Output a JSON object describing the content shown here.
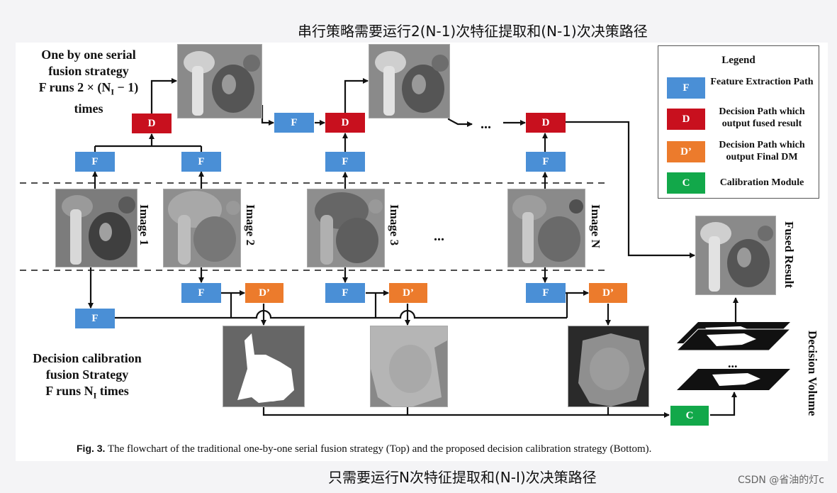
{
  "header": {
    "title_top": "串行策略需要运行2(N-1)次特征提取和(N-1)次决策路径"
  },
  "footer": {
    "title_bottom": "只需要运行N次特征提取和(N-I)次决策路径",
    "watermark": "CSDN @省油的灯c"
  },
  "diagram": {
    "top_strategy": [
      "One by one serial",
      "fusion strategy",
      "F runs 2 × (N",
      "I",
      " − 1)",
      "times"
    ],
    "bottom_strategy": [
      "Decision calibration",
      "fusion Strategy",
      "F runs N",
      "I",
      " times"
    ],
    "box_labels": {
      "F": "F",
      "D": "D",
      "Dp": "D’",
      "C": "C"
    },
    "image_labels": [
      "Image 1",
      "Image 2",
      "Image 3",
      "Image N"
    ],
    "ellipsis": "...",
    "fused_result": "Fused Result",
    "decision_volume": "Decision Volume"
  },
  "legend": {
    "title": "Legend",
    "items": [
      {
        "key": "F",
        "text": "Feature Extraction Path",
        "color": "#4a8fd6"
      },
      {
        "key": "D",
        "text": "Decision Path which output fused result",
        "color": "#c8101e"
      },
      {
        "key": "D’",
        "text": "Decision Path which output Final DM",
        "color": "#ec7b2c"
      },
      {
        "key": "C",
        "text": "Calibration Module",
        "color": "#12a84a"
      }
    ]
  },
  "caption": {
    "label": "Fig. 3.",
    "text": "The flowchart of the traditional one-by-one serial fusion strategy (Top) and the proposed decision calibration strategy (Bottom)."
  }
}
